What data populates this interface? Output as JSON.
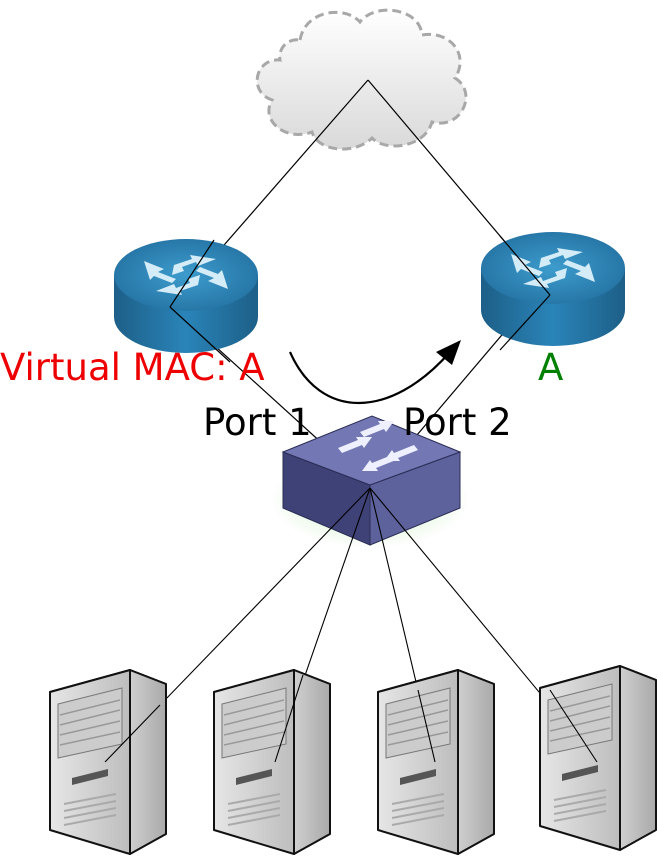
{
  "labels": {
    "virtual_mac": "Virtual MAC: A",
    "router_b_mac": "A",
    "port1": "Port 1",
    "port2": "Port 2"
  },
  "colors": {
    "virtual_mac": "#ee0000",
    "router_b_mac": "#008000",
    "port_text": "#000000",
    "router_fill": "#2a7fb0",
    "switch_fill": "#5a5e9a",
    "server_fill": "#d8d8d8",
    "cloud_fill": "#eeeeee"
  },
  "nodes": {
    "cloud": "cloud-icon",
    "routers": [
      "router-icon",
      "router-icon"
    ],
    "switch": "switch-icon",
    "servers": [
      "server-icon",
      "server-icon",
      "server-icon",
      "server-icon"
    ]
  }
}
